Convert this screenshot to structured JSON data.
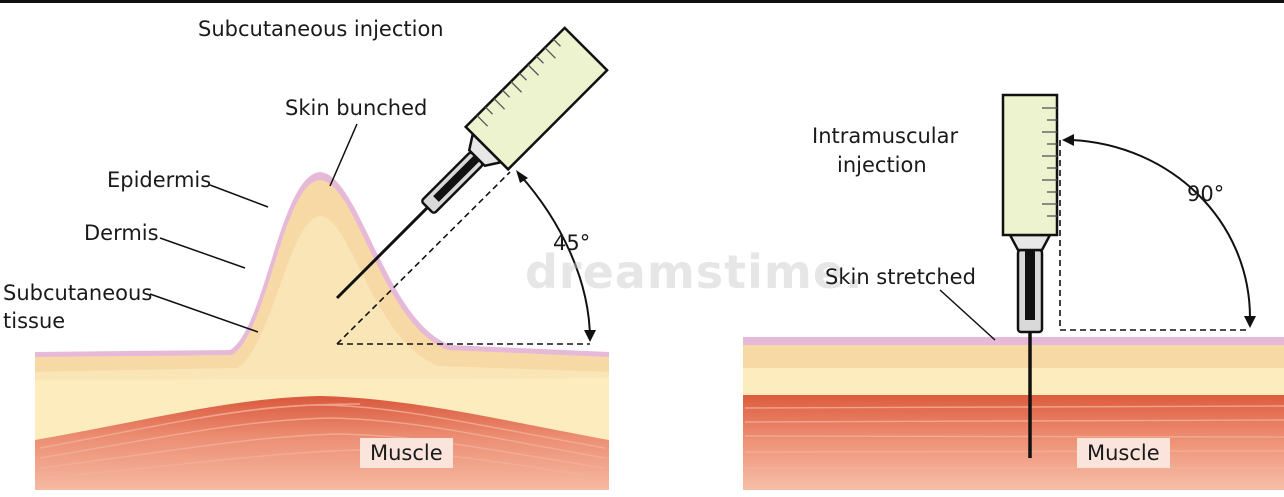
{
  "left_panel": {
    "title": "Subcutaneous injection",
    "skin_bunched": "Skin bunched",
    "epidermis": "Epidermis",
    "dermis": "Dermis",
    "subcutaneous_line1": "Subcutaneous",
    "subcutaneous_line2": "tissue",
    "angle": "45°",
    "muscle": "Muscle"
  },
  "right_panel": {
    "title_line1": "Intramuscular",
    "title_line2": "injection",
    "skin_stretched": "Skin stretched",
    "angle": "90°",
    "muscle": "Muscle"
  },
  "watermark": "dreamstime.",
  "colors": {
    "epidermis": "#e7b9d8",
    "dermis": "#f7d9a6",
    "subcutaneous": "#fcecbe",
    "muscle": "#e98a6e",
    "syringe_barrel": "#eef3cf"
  }
}
